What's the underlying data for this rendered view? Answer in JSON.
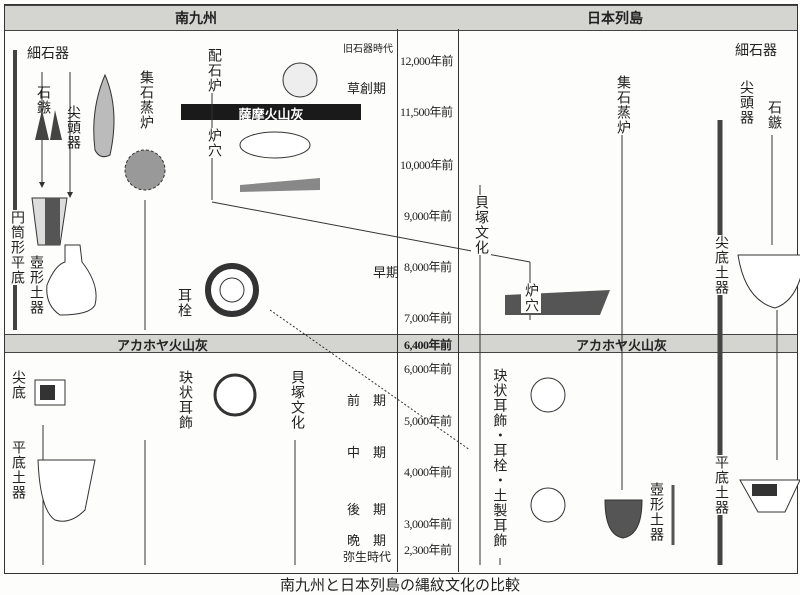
{
  "header": {
    "left": "南九州",
    "right": "日本列島"
  },
  "periods": {
    "paleolithic": "旧石器時代",
    "incipient": "草創期",
    "initial": "早期",
    "early": "前　期",
    "middle": "中　期",
    "late": "後　期",
    "final": "晩　期",
    "yayoi": "弥生時代"
  },
  "years": [
    "12,000年前",
    "11,500年前",
    "10,000年前",
    "9,000年前",
    "8,000年前",
    "7,000年前",
    "6,400年前",
    "6,000年前",
    "5,000年前",
    "4,000年前",
    "3,000年前",
    "2,300年前"
  ],
  "ash": {
    "satsuma": "薩摩火山灰",
    "akahoya_left": "アカホヤ火山灰",
    "akahoya_right": "アカホヤ火山灰"
  },
  "south_kyushu": {
    "microlith": "細石器",
    "arrowhead": "石鏃",
    "point": "尖頭器",
    "stone_oven": "集石蒸炉",
    "cylinder_pot": "円筒形平底",
    "jar_pot": "壺形土器",
    "ear_plug": "耳栓",
    "stone_hearth": "配石炉",
    "pit_hearth": "炉穴",
    "pointed_base": "尖底",
    "flat_pot": "平底土器",
    "slit_earring": "玦状耳飾",
    "shell_culture": "貝塚文化"
  },
  "japan": {
    "stone_oven": "集石蒸炉",
    "shell_culture": "貝塚文化",
    "pit_hearth": "炉穴",
    "microlith": "細石器",
    "point": "尖頭器",
    "arrowhead": "石鏃",
    "pointed_pot": "尖底土器",
    "earrings": "玦状耳飾・耳栓・土製耳飾",
    "jar_pot": "壺形土器",
    "flat_pot": "平底土器"
  },
  "caption": "南九州と日本列島の縄紋文化の比較"
}
